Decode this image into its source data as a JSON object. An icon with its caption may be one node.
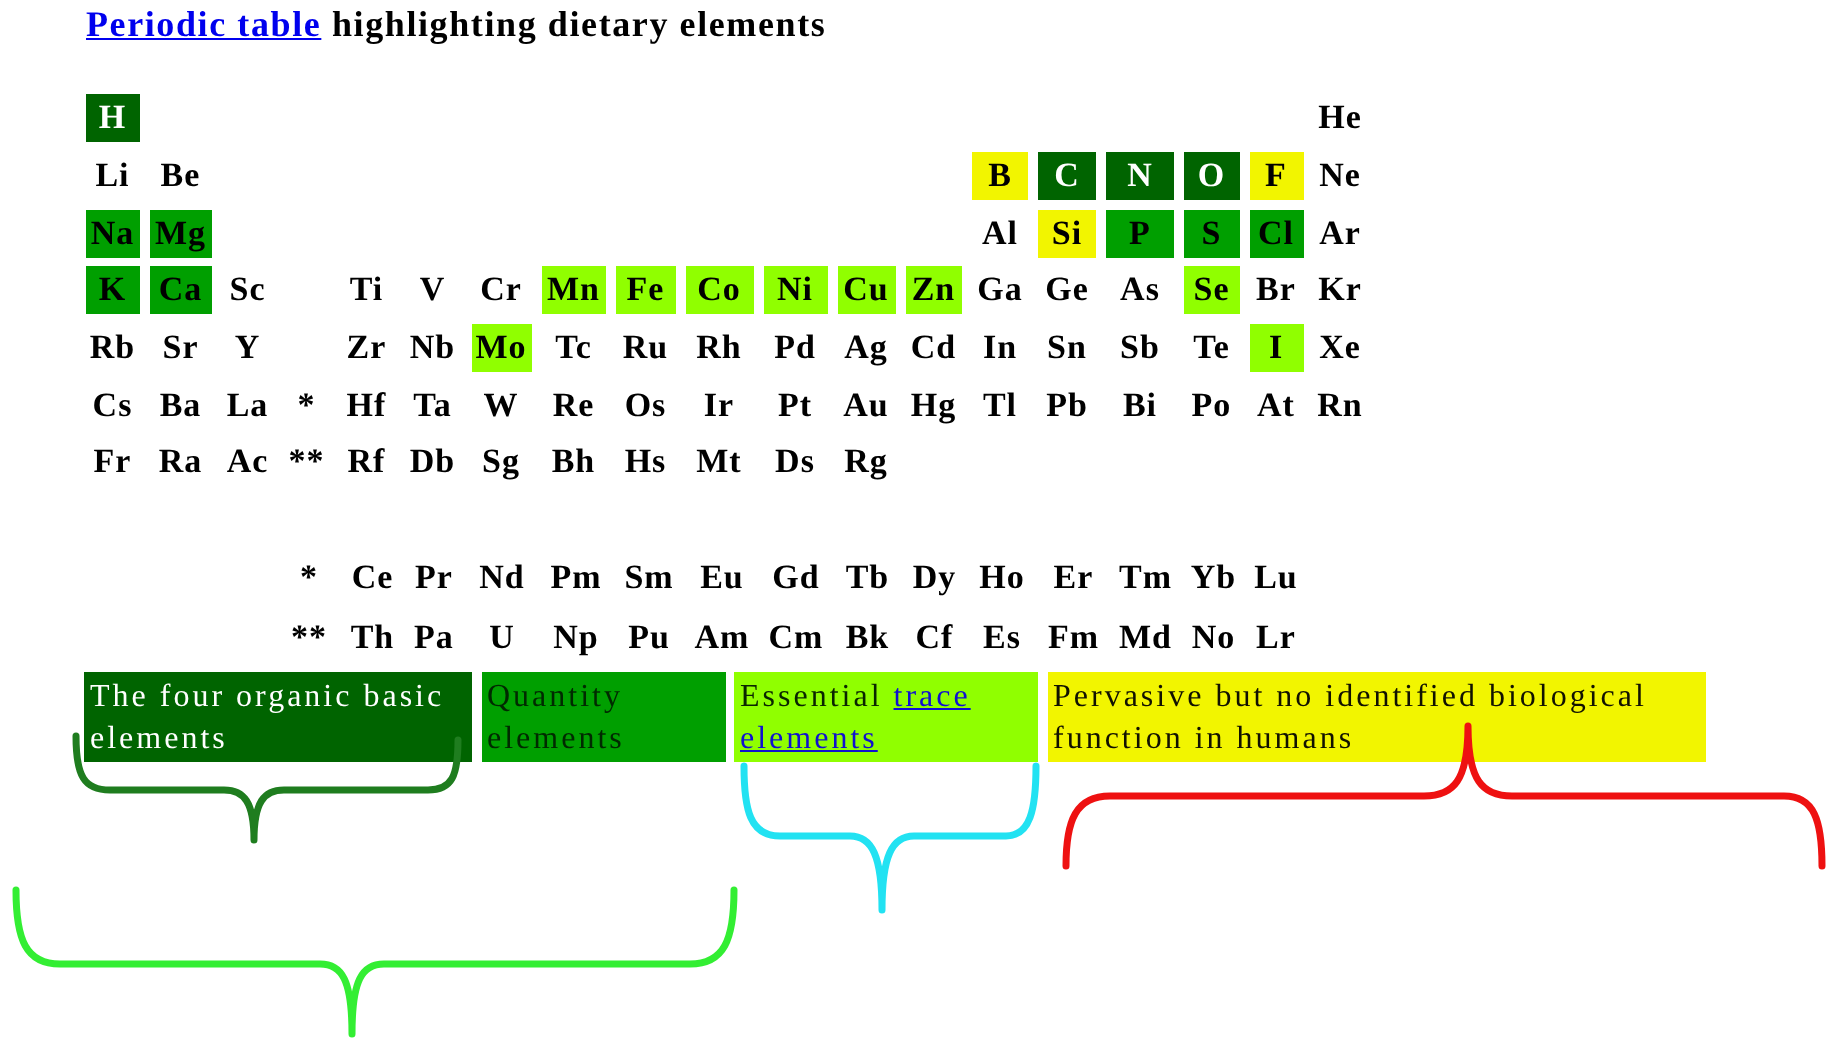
{
  "diagram": {
    "title": "Periodic table highlighting dietary elements",
    "nodes": [
      {
        "text": [
          "H"
        ]
      },
      {
        "text": [
          "B"
        ]
      },
      {
        "text": [
          "C"
        ]
      },
      {
        "text": [
          "N"
        ]
      },
      {
        "text": [
          "O"
        ]
      },
      {
        "text": [
          "F"
        ]
      },
      {
        "text": [
          "Na"
        ]
      },
      {
        "text": [
          "Mg"
        ]
      },
      {
        "text": [
          "Si"
        ]
      },
      {
        "text": [
          "P"
        ]
      },
      {
        "text": [
          "S"
        ]
      },
      {
        "text": [
          "Cl"
        ]
      },
      {
        "text": [
          "K"
        ]
      },
      {
        "text": [
          "Ca"
        ]
      },
      {
        "text": [
          "Mn"
        ]
      },
      {
        "text": [
          "Fe"
        ]
      },
      {
        "text": [
          "Co"
        ]
      },
      {
        "text": [
          "Ni"
        ]
      },
      {
        "text": [
          "Cu"
        ]
      },
      {
        "text": [
          "Zn"
        ]
      },
      {
        "text": [
          "Se"
        ]
      },
      {
        "text": [
          "Mo"
        ]
      },
      {
        "text": [
          "I"
        ]
      }
    ],
    "labels": [
      "He",
      "Li",
      "Be",
      "Ne",
      "Al",
      "Ar",
      "Sc",
      "Ti",
      "V",
      "Cr",
      "Ga",
      "Ge",
      "As",
      "Br",
      "Kr",
      "Rb",
      "Sr",
      "Y",
      "Zr",
      "Nb",
      "Tc",
      "Ru",
      "Rh",
      "Pd",
      "Ag",
      "Cd",
      "In",
      "Sn",
      "Sb",
      "Te",
      "Xe",
      "Cs",
      "Ba",
      "La",
      "*",
      "Hf",
      "Ta",
      "W",
      "Re",
      "Os",
      "Ir",
      "Pt",
      "Au",
      "Hg",
      "Tl",
      "Pb",
      "Bi",
      "Po",
      "At",
      "Rn",
      "Fr",
      "Ra",
      "Ac",
      "**",
      "Rf",
      "Db",
      "Sg",
      "Bh",
      "Hs",
      "Mt",
      "Ds",
      "Rg",
      "*",
      "Ce",
      "Pr",
      "Nd",
      "Pm",
      "Sm",
      "Eu",
      "Gd",
      "Tb",
      "Dy",
      "Ho",
      "Er",
      "Tm",
      "Yb",
      "Lu",
      "**",
      "Th",
      "Pa",
      "U",
      "Np",
      "Pu",
      "Am",
      "Cm",
      "Bk",
      "Cf",
      "Es",
      "Fm",
      "Md",
      "No",
      "Lr"
    ],
    "legend": [
      {
        "text": "The four organic basic elements",
        "color": "#006400"
      },
      {
        "text": "Quantity elements",
        "color": "#009f00"
      },
      {
        "text": "Essential trace elements",
        "color": "#90ff00"
      },
      {
        "text": "Pervasive but no identified biological function in humans",
        "color": "#f2f500"
      }
    ]
  }
}
